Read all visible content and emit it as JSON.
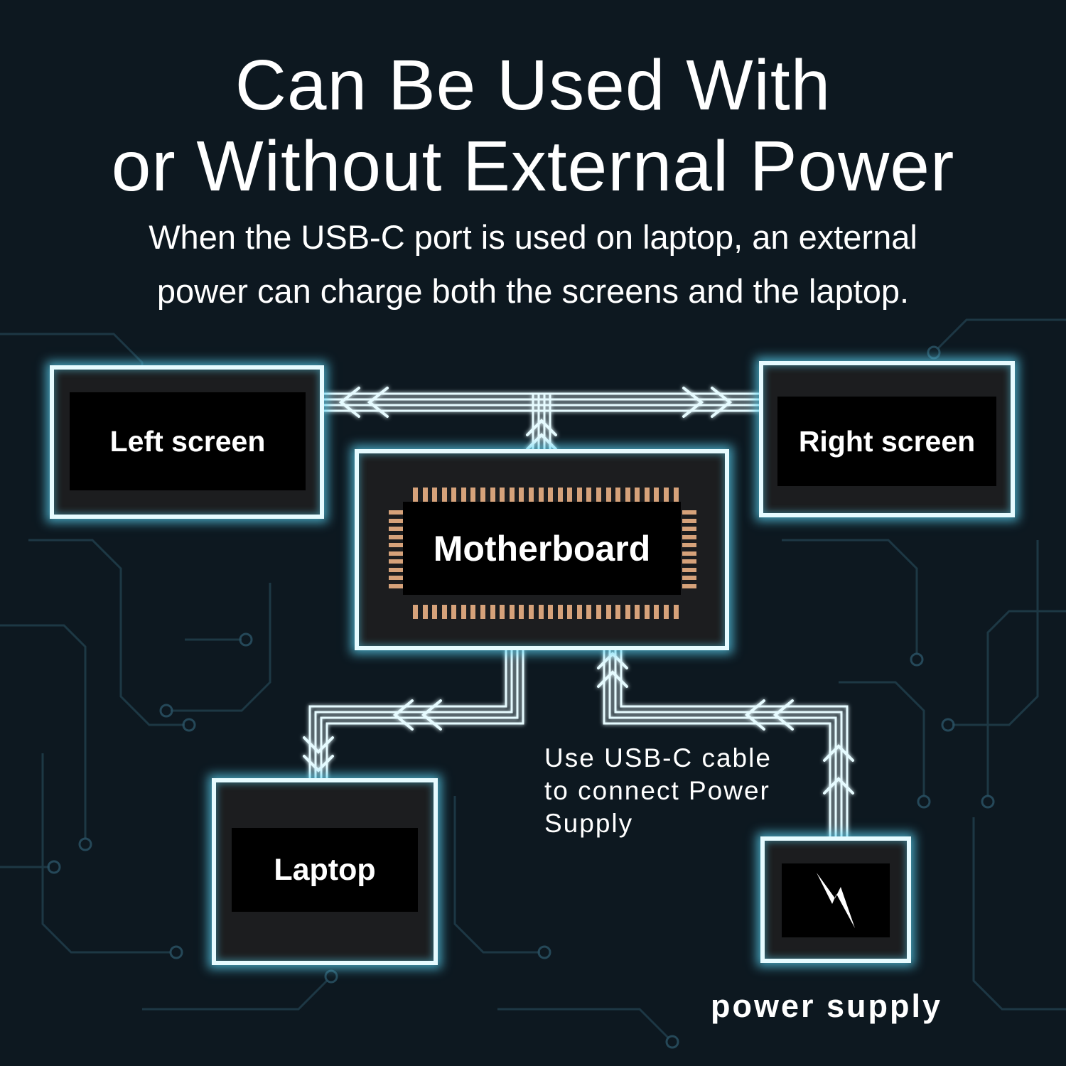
{
  "heading": {
    "line1": "Can Be Used With",
    "line2": "or Without External Power"
  },
  "description": {
    "line1": "When the USB-C port is used on laptop, an external",
    "line2": "power can charge both the screens and the laptop."
  },
  "nodes": {
    "left_screen": "Left screen",
    "right_screen": "Right screen",
    "motherboard": "Motherboard",
    "laptop": "Laptop",
    "power_supply_icon": "lightning-bolt-icon"
  },
  "cable_note": {
    "line1": "Use USB-C cable",
    "line2": "to connect Power",
    "line3": "Supply"
  },
  "power_supply_label": "power supply",
  "colors": {
    "background": "#0d1820",
    "glow": "#5ad2f0",
    "box_border": "#e6fbff",
    "chip_pins": "#d6a27a",
    "circuit_lines": "#22404e"
  }
}
